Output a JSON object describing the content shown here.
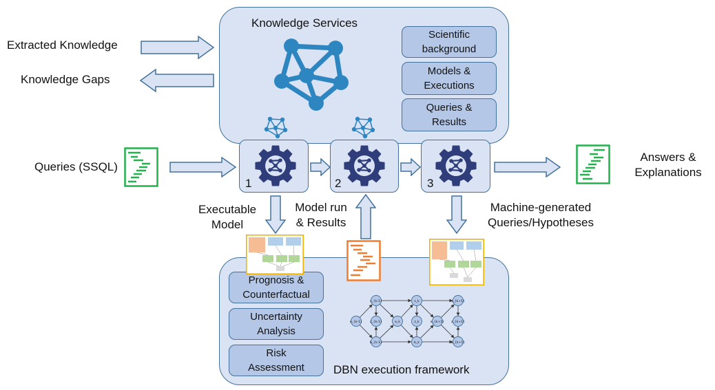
{
  "knowledge_services": {
    "title": "Knowledge Services",
    "items": [
      "Scientific\nbackground",
      "Models &\nExecutions",
      "Queries &\nResults"
    ]
  },
  "left_labels": {
    "extracted": "Extracted Knowledge",
    "gaps": "Knowledge Gaps",
    "queries": "Queries (SSQL)"
  },
  "pipeline": {
    "stages": [
      "1",
      "2",
      "3"
    ]
  },
  "output": {
    "answers": "Answers &\nExplanations"
  },
  "flow_labels": {
    "executable_model": "Executable\nModel",
    "model_run": "Model run\n& Results",
    "machine_generated": "Machine-generated\nQueries/Hypotheses"
  },
  "dbn_framework": {
    "title": "DBN execution framework",
    "items": [
      "Prognosis &\nCounterfactual",
      "Uncertainty\nAnalysis",
      "Risk\nAssessment"
    ]
  },
  "dbn_nodes": {
    "labels": [
      "s_{k-1}",
      "s_k",
      "s_{k+1}",
      "e_{k-1}",
      "z_{k-1}",
      "e_k",
      "z_k",
      "e_{k+1}",
      "z_{k+1}",
      "b_{k-1}",
      "b_k",
      "b_{k+1}"
    ]
  },
  "colors": {
    "panel_fill": "#dae3f3",
    "box_fill": "#b4c7e7",
    "border": "#41719c",
    "arrow_fill": "#dae3f3",
    "network_node": "#2e86c1",
    "gear": "#2f3d7a",
    "doc_green": "#22b14c",
    "doc_orange": "#ed7d31",
    "thumb_border": "#f0b400"
  }
}
